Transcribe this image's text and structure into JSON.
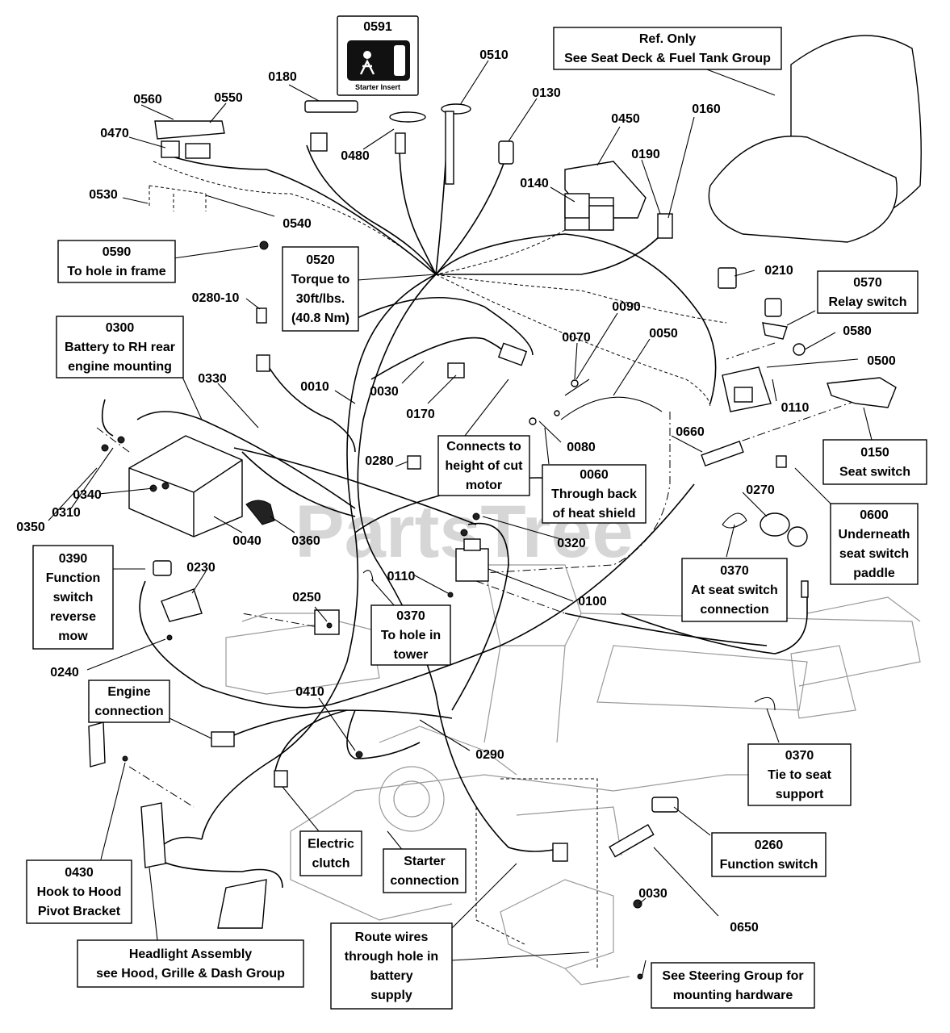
{
  "watermark": "PartsTree",
  "inset": {
    "code": "0591",
    "caption": "Starter Insert"
  },
  "callouts": [
    {
      "key": "ref_only",
      "lines": [
        "Ref. Only",
        "See Seat Deck & Fuel Tank Group"
      ]
    },
    {
      "key": "c0590",
      "lines": [
        "0590",
        "To hole in frame"
      ]
    },
    {
      "key": "c0520",
      "lines": [
        "0520",
        "Torque to",
        "30ft/lbs.",
        "(40.8 Nm)"
      ]
    },
    {
      "key": "c0300",
      "lines": [
        "0300",
        "Battery to RH rear",
        "engine mounting"
      ]
    },
    {
      "key": "c0570",
      "lines": [
        "0570",
        "Relay switch"
      ]
    },
    {
      "key": "c0150",
      "lines": [
        "0150",
        "Seat switch"
      ]
    },
    {
      "key": "c_cut",
      "lines": [
        "Connects to",
        "height of cut",
        "motor"
      ]
    },
    {
      "key": "c0060",
      "lines": [
        "0060",
        "Through back",
        "of heat shield"
      ]
    },
    {
      "key": "c0600",
      "lines": [
        "0600",
        "Underneath",
        "seat switch",
        "paddle"
      ]
    },
    {
      "key": "c0390",
      "lines": [
        "0390",
        "Function",
        "switch",
        "reverse",
        "mow"
      ]
    },
    {
      "key": "c0370a",
      "lines": [
        "0370",
        "To hole in",
        "tower"
      ]
    },
    {
      "key": "c0370b",
      "lines": [
        "0370",
        "At seat switch",
        "connection"
      ]
    },
    {
      "key": "c_engine",
      "lines": [
        "Engine",
        "connection"
      ]
    },
    {
      "key": "c0370c",
      "lines": [
        "0370",
        "Tie to seat",
        "support"
      ]
    },
    {
      "key": "c0260",
      "lines": [
        "0260",
        "Function switch"
      ]
    },
    {
      "key": "c_clutch",
      "lines": [
        "Electric",
        "clutch"
      ]
    },
    {
      "key": "c_starter",
      "lines": [
        "Starter",
        "connection"
      ]
    },
    {
      "key": "c0430",
      "lines": [
        "0430",
        "Hook to Hood",
        "Pivot Bracket"
      ]
    },
    {
      "key": "c_route",
      "lines": [
        "Route wires",
        "through hole in",
        "battery",
        "supply"
      ]
    },
    {
      "key": "c_headlight",
      "lines": [
        "Headlight Assembly",
        "see Hood, Grille & Dash Group"
      ]
    },
    {
      "key": "c_steering",
      "lines": [
        "See Steering Group for",
        "mounting hardware"
      ]
    }
  ],
  "parts": [
    "0510",
    "0180",
    "0560",
    "0550",
    "0470",
    "0480",
    "0130",
    "0450",
    "0160",
    "0190",
    "0140",
    "0530",
    "0540",
    "0210",
    "0280-10",
    "0090",
    "0050",
    "0580",
    "0070",
    "0500",
    "0030",
    "0170",
    "0110",
    "0080",
    "0330",
    "0010",
    "0660",
    "0280",
    "0270",
    "0350",
    "0310",
    "0340",
    "0040",
    "0360",
    "0320",
    "0230",
    "0110",
    "0100",
    "0250",
    "0240",
    "0410",
    "0290",
    "0030",
    "0650"
  ]
}
